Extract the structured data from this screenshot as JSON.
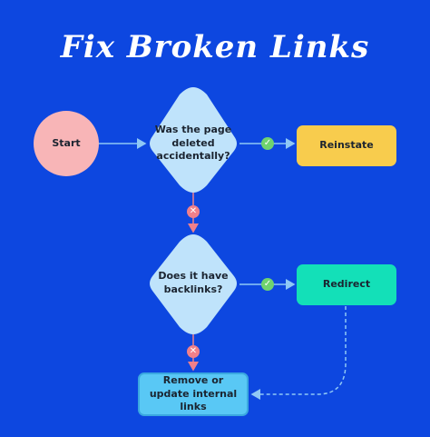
{
  "title": "Fix Broken Links",
  "nodes": {
    "start": "Start",
    "q1": "Was the page deleted accidentally?",
    "reinstate": "Reinstate",
    "q2": "Does it have backlinks?",
    "redirect": "Redirect",
    "remove": "Remove or update internal links"
  },
  "badges": {
    "yes": "✓",
    "no": "✕"
  },
  "colors": {
    "background": "#0d47e0",
    "start": "#f8b5b7",
    "decision": "#bfe3fb",
    "reinstate": "#f8cc4d",
    "redirect": "#13e0b8",
    "remove": "#59c8f5",
    "yes": "#6fd36f",
    "no": "#f0808a"
  }
}
